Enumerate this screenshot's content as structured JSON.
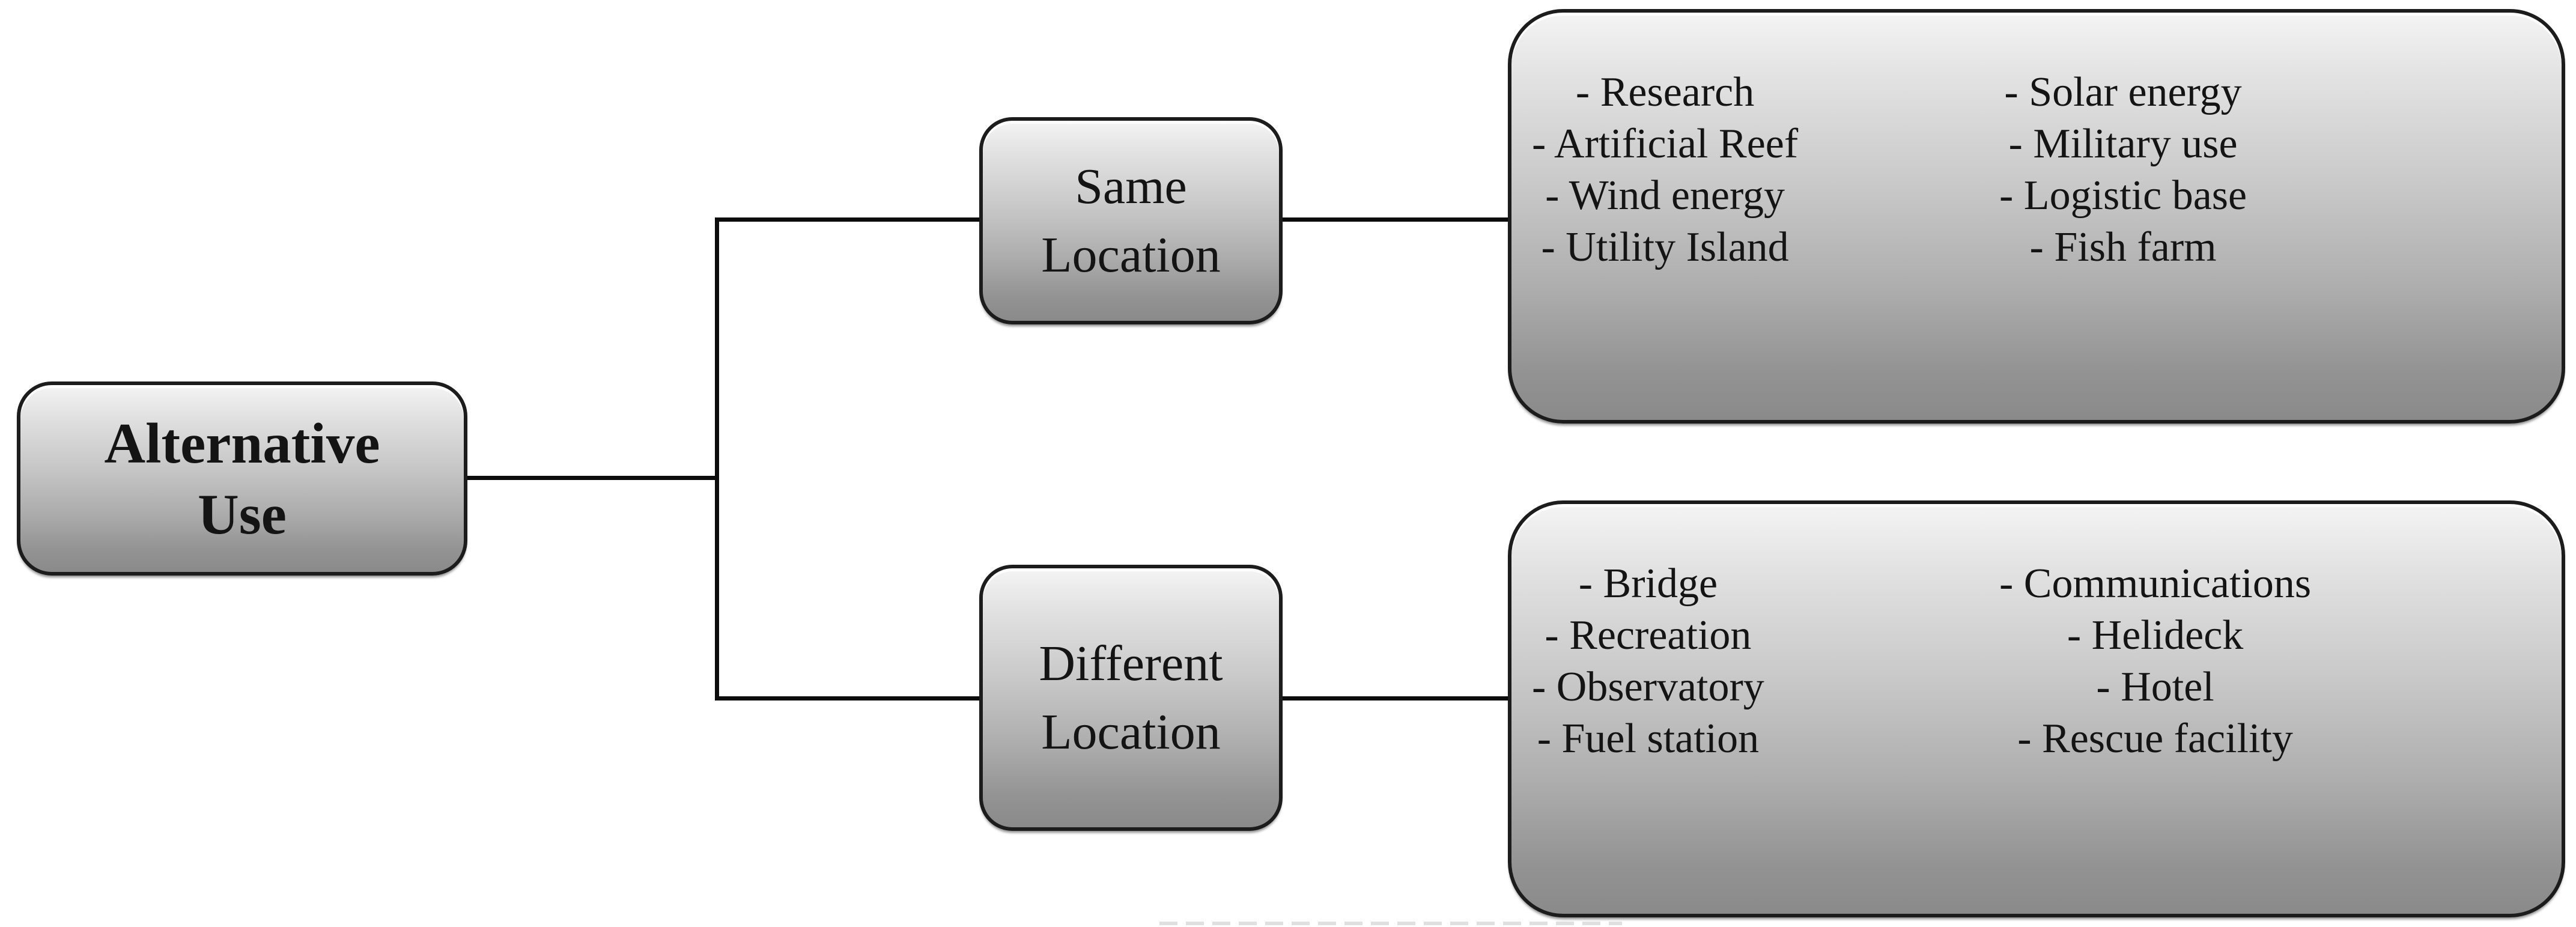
{
  "figure": {
    "kind": "hierarchy-flow-diagram",
    "background": "#ffffff"
  },
  "colors": {
    "node_gradient_top": "#f4f4f4",
    "node_gradient_bottom": "#8a8a8a",
    "node_border": "#1c1c1c",
    "connector": "#0c0c0c",
    "text": "#141414"
  },
  "nodes": {
    "root": {
      "lines": [
        "Alternative",
        "Use"
      ]
    },
    "same_location": {
      "lines": [
        "Same",
        "Location"
      ]
    },
    "different_location": {
      "lines": [
        "Different",
        "Location"
      ]
    },
    "same_location_uses": {
      "col1": [
        "- Research",
        "- Artificial Reef",
        "- Wind energy",
        "- Utility Island"
      ],
      "col2": [
        "- Solar energy",
        "- Military use",
        "- Logistic base",
        "- Fish farm"
      ]
    },
    "different_location_uses": {
      "col1": [
        "- Bridge",
        "- Recreation",
        "- Observatory",
        "- Fuel station"
      ],
      "col2": [
        "- Communications",
        "- Helideck",
        "- Hotel",
        "- Rescue facility"
      ]
    }
  }
}
